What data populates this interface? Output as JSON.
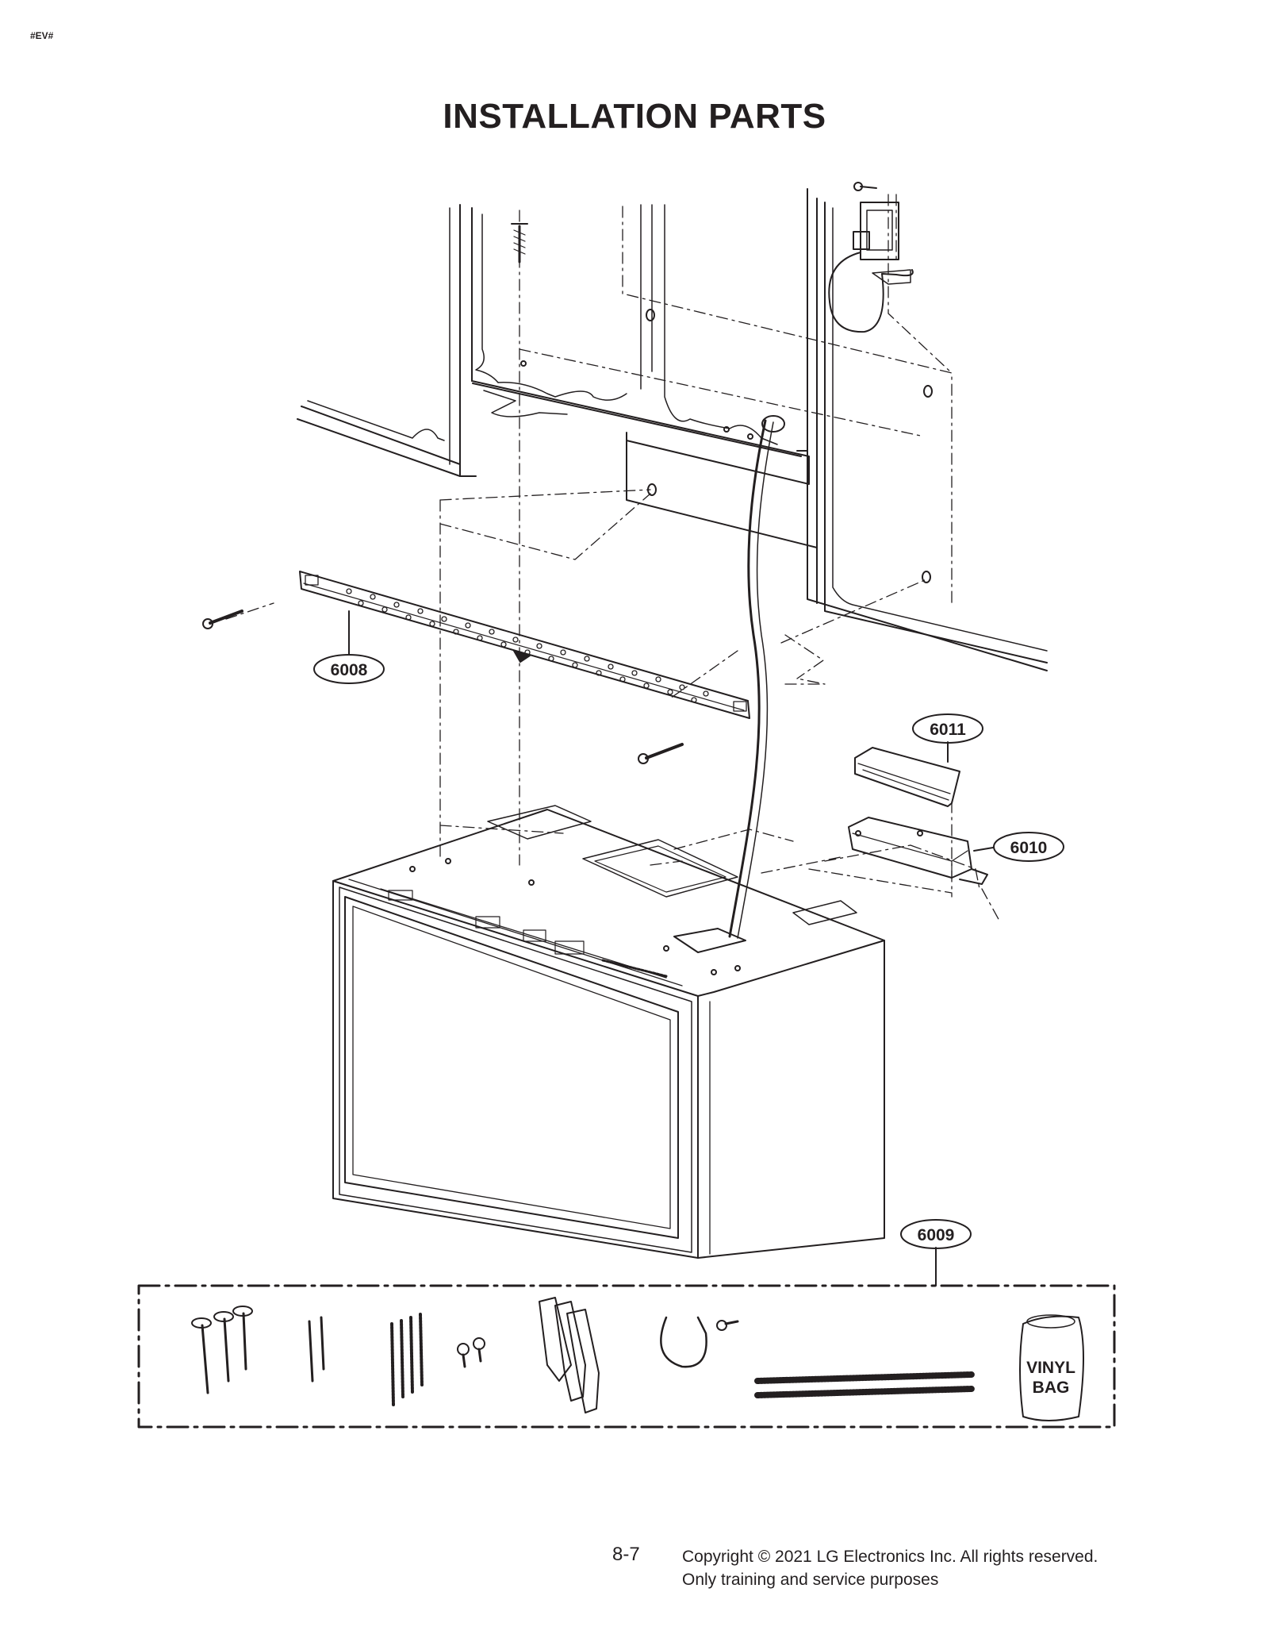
{
  "header": {
    "tag": "#EV#",
    "title": "INSTALLATION PARTS"
  },
  "callouts": {
    "c6008": "6008",
    "c6009": "6009",
    "c6010": "6010",
    "c6011": "6011"
  },
  "vinyl_bag": {
    "line1": "VINYL",
    "line2": "BAG"
  },
  "footer": {
    "page_number": "8-7",
    "copyright": "Copyright © 2021 LG Electronics Inc. All rights reserved.",
    "note": "Only training and service purposes"
  }
}
